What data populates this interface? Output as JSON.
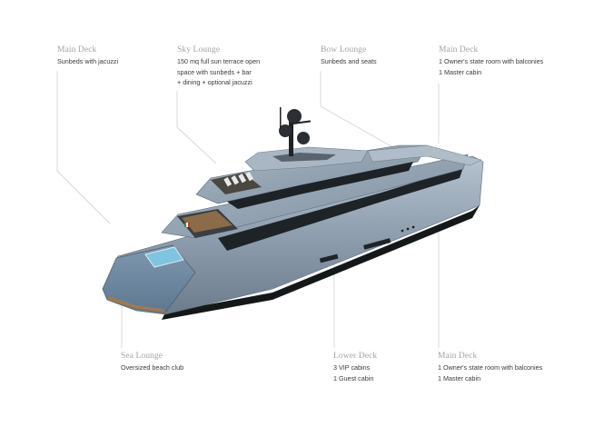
{
  "diagram": {
    "subject": "Superyacht deck layout",
    "colors": {
      "background": "#ffffff",
      "title_text": "#a3a3a3",
      "body_text": "#3a3a3a",
      "leader_line": "#d6d6d6",
      "hull": "#8c9dad",
      "hull_dark": "#1d2227",
      "teak": "#9b7a55"
    },
    "labels": [
      {
        "id": "main-deck-top-left",
        "title": "Main Deck",
        "lines": [
          "Sunbeds with jacuzzi"
        ]
      },
      {
        "id": "sky-lounge",
        "title": "Sky Lounge",
        "lines": [
          "150 mq full sun terrace open",
          "space with sunbeds + bar",
          "+ dining + optional jacuzzi"
        ]
      },
      {
        "id": "bow-lounge",
        "title": "Bow Lounge",
        "lines": [
          "Sunbeds and seats"
        ]
      },
      {
        "id": "main-deck-top-right",
        "title": "Main Deck",
        "lines": [
          "1 Owner's state room with balconies",
          "1 Master cabin"
        ]
      },
      {
        "id": "sea-lounge",
        "title": "Sea Lounge",
        "lines": [
          "Oversized beach club"
        ]
      },
      {
        "id": "lower-deck",
        "title": "Lower Deck",
        "lines": [
          "3 VIP cabins",
          "1 Guest cabin"
        ]
      },
      {
        "id": "main-deck-bottom-right",
        "title": "Main Deck",
        "lines": [
          "1 Owner's state room with balconies",
          "1 Master cabin"
        ]
      }
    ]
  }
}
